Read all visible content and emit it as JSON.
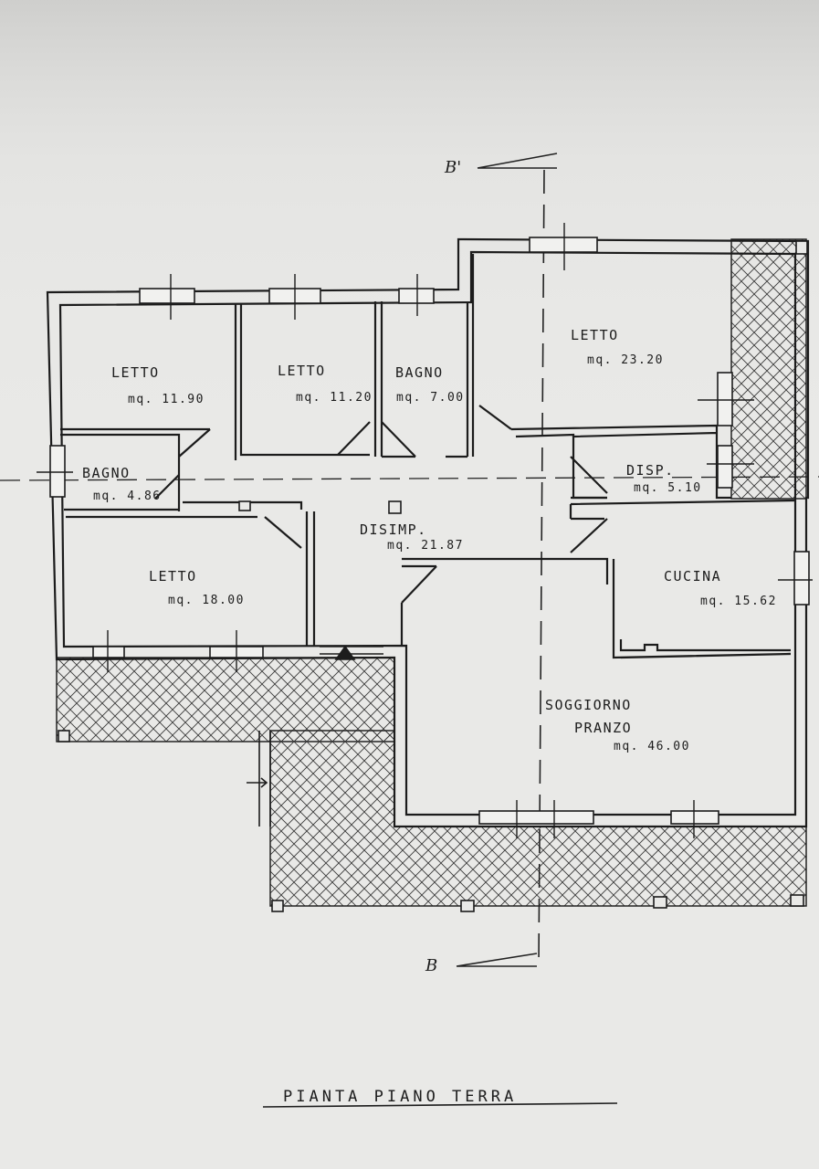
{
  "section_markers": {
    "top": "B'",
    "bottom": "B"
  },
  "rooms": [
    {
      "id": "letto-1",
      "name": "LETTO",
      "area": "mq. 11.90"
    },
    {
      "id": "letto-2",
      "name": "LETTO",
      "area": "mq. 11.20"
    },
    {
      "id": "bagno-1",
      "name": "BAGNO",
      "area": "mq. 7.00"
    },
    {
      "id": "letto-3",
      "name": "LETTO",
      "area": "mq. 23.20"
    },
    {
      "id": "bagno-2",
      "name": "BAGNO",
      "area": "mq. 4.86"
    },
    {
      "id": "disp",
      "name": "DISP.",
      "area": "mq. 5.10"
    },
    {
      "id": "disimp",
      "name": "DISIMP.",
      "area": "mq. 21.87"
    },
    {
      "id": "letto-4",
      "name": "LETTO",
      "area": "mq. 18.00"
    },
    {
      "id": "cucina",
      "name": "CUCINA",
      "area": "mq. 15.62"
    },
    {
      "id": "soggiorno",
      "name": "SOGGIORNO",
      "name2": "PRANZO",
      "area": "mq. 46.00"
    }
  ],
  "title": "PIANTA PIANO TERRA",
  "colors": {
    "paper": "#e9e9e7",
    "ink": "#1c1c1c",
    "hatch": "#3a3a3a"
  }
}
